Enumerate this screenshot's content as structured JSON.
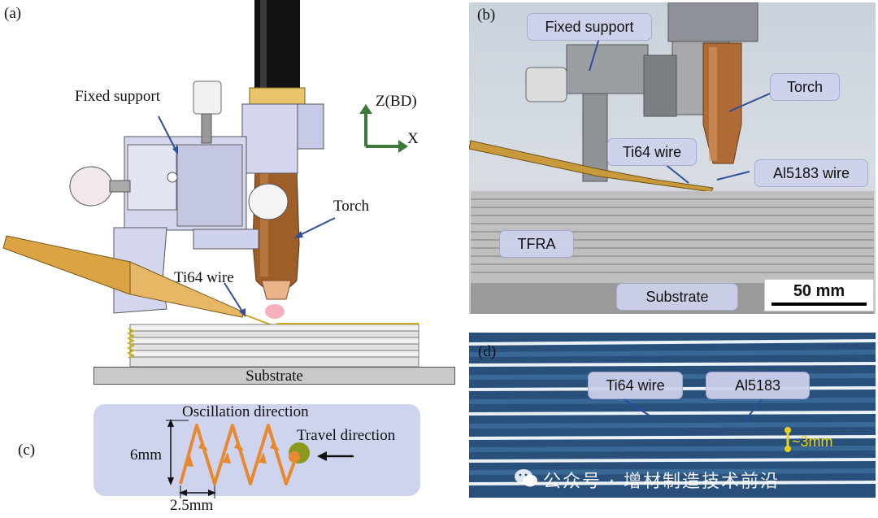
{
  "panels": {
    "a": {
      "label": "(a)",
      "fixed_support": "Fixed support",
      "axis_z": "Z(BD)",
      "axis_x": "X",
      "torch": "Torch",
      "ti64_wire": "Ti64 wire",
      "substrate": "Substrate"
    },
    "b": {
      "label": "(b)",
      "fixed_support": "Fixed support",
      "torch": "Torch",
      "ti64_wire": "Ti64 wire",
      "al5183_wire": "Al5183 wire",
      "tfra": "TFRA",
      "substrate": "Substrate",
      "scale_bar": "50 mm"
    },
    "c": {
      "label": "(c)",
      "oscillation": "Oscillation direction",
      "travel": "Travel direction",
      "amplitude": "6mm",
      "spacing": "2.5mm"
    },
    "d": {
      "label": "(d)",
      "ti64_wire": "Ti64 wire",
      "al5183": "Al5183",
      "spacing": "~3mm"
    }
  },
  "watermark": "公众号 · 增材制造技术前沿",
  "colors": {
    "machine_body": "#d4d6ee",
    "torch_copper": "#a0612a",
    "wire_brass": "#d9a441",
    "axis_green": "#3d7a3a",
    "arrow_blue": "#2f4f9a",
    "zigzag_orange": "#e8892f",
    "label_badge": "#ced1ec",
    "panel_c_bg": "#cfd4ee",
    "marker_yellow": "#e8d21a"
  }
}
